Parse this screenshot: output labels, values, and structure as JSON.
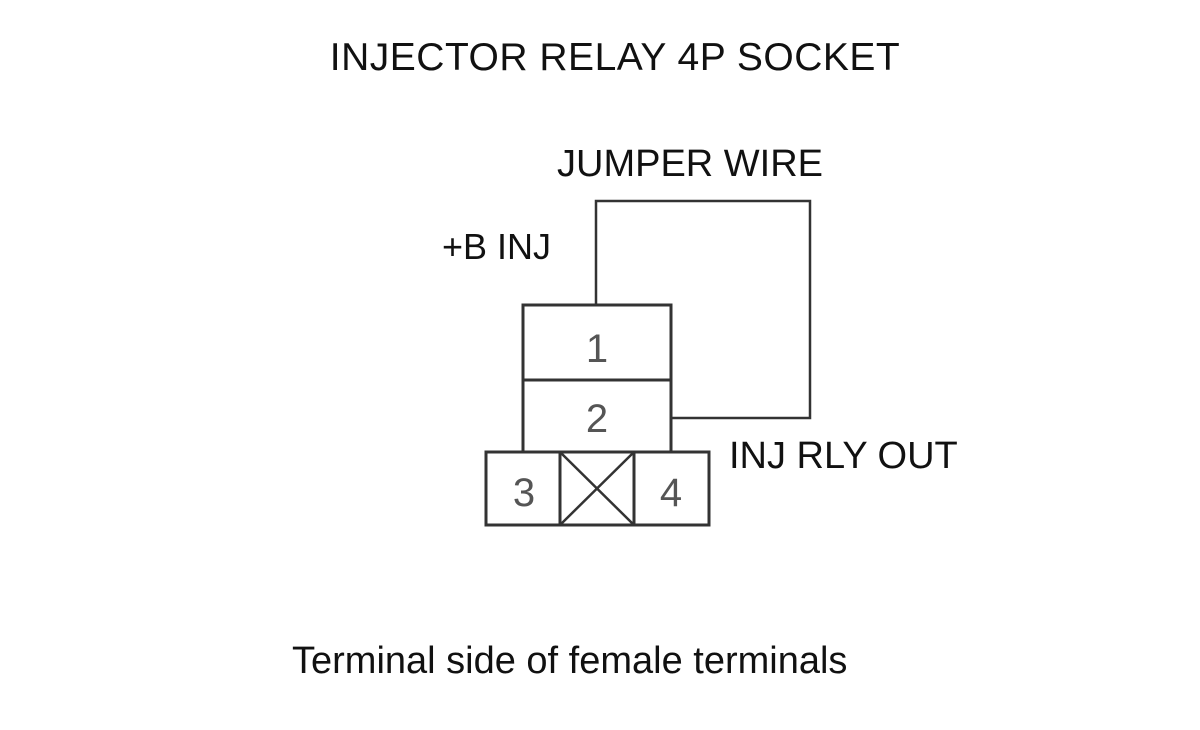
{
  "diagram": {
    "title": "INJECTOR RELAY 4P SOCKET",
    "jumper_wire_label": "JUMPER WIRE",
    "pin1_label": "+B INJ",
    "pin2_label": "INJ RLY OUT",
    "caption": "Terminal side of female terminals",
    "pins": {
      "p1": "1",
      "p2": "2",
      "p3": "3",
      "p4": "4"
    },
    "colors": {
      "line": "#333333",
      "text": "#111111"
    }
  }
}
